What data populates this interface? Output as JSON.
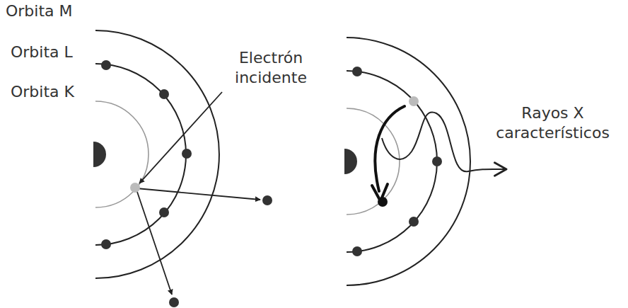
{
  "diagram": {
    "labels": [
      "Orbita M",
      "Orbita L",
      "Orbita K",
      "Electrón incidente",
      "Rayos X característicos"
    ]
  }
}
